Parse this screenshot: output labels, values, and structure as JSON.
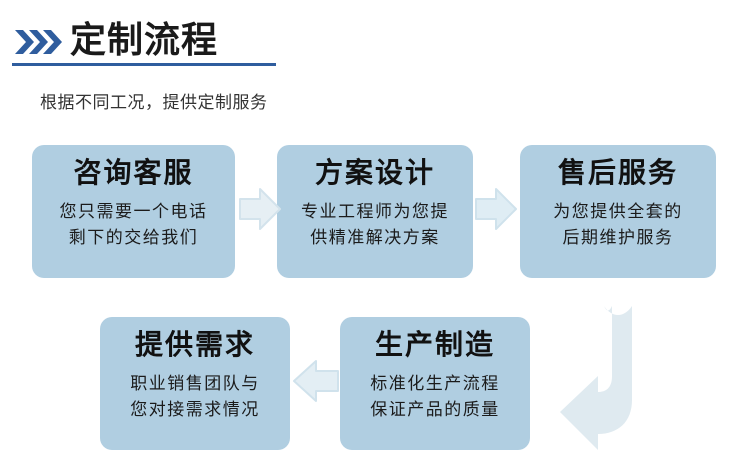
{
  "header": {
    "chevron_icon": "triple-chevron-right",
    "title": "定制流程",
    "subtitle": "根据不同工况，提供定制服务",
    "accent_color": "#2f5d9e",
    "underline_color": "#2f5d9e"
  },
  "theme": {
    "box_background": "#b0cee1",
    "arrow_fill": "#dde9f0",
    "arrow_stroke": "#c9dde8",
    "text_color": "#111111",
    "page_background": "#ffffff"
  },
  "flow": {
    "steps": [
      {
        "id": "step-1",
        "title": "咨询客服",
        "lines": [
          "您只需要一个电话",
          "剩下的交给我们"
        ]
      },
      {
        "id": "step-2",
        "title": "方案设计",
        "lines": [
          "专业工程师为您提",
          "供精准解决方案"
        ]
      },
      {
        "id": "step-3",
        "title": "售后服务",
        "lines": [
          "为您提供全套的",
          "后期维护服务"
        ]
      },
      {
        "id": "step-4",
        "title": "提供需求",
        "lines": [
          "职业销售团队与",
          "您对接需求情况"
        ]
      },
      {
        "id": "step-5",
        "title": "生产制造",
        "lines": [
          "标准化生产流程",
          "保证产品的质量"
        ]
      }
    ],
    "connectors": [
      {
        "id": "connector-1",
        "icon": "arrow-right-icon",
        "direction": "right"
      },
      {
        "id": "connector-2",
        "icon": "arrow-right-icon",
        "direction": "right"
      },
      {
        "id": "connector-3",
        "icon": "arrow-left-icon",
        "direction": "left"
      },
      {
        "id": "connector-4",
        "icon": "arrow-uturn-down-left-icon",
        "direction": "down-left"
      }
    ]
  }
}
